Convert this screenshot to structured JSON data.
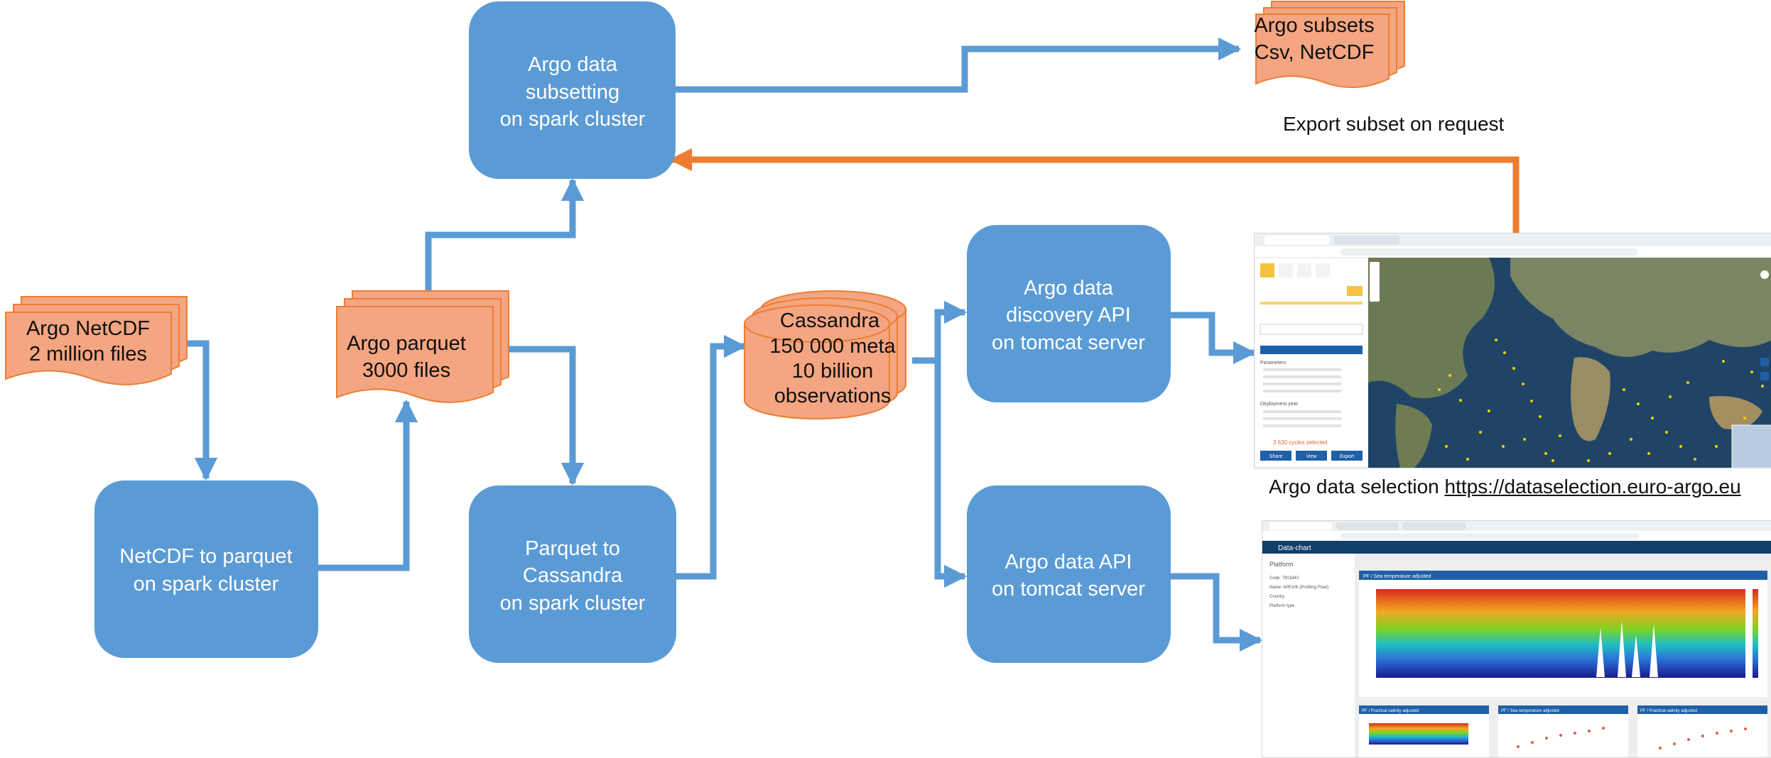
{
  "nodes": {
    "netcdf_files": {
      "line1": "Argo NetCDF",
      "line2": "2 million files"
    },
    "netcdf_to_parquet": {
      "line1": "NetCDF to parquet",
      "line2": "on spark cluster"
    },
    "parquet_files": {
      "line1": "Argo parquet",
      "line2": "3000 files"
    },
    "subsetting": {
      "line1": "Argo data",
      "line2": "subsetting",
      "line3": "on spark cluster"
    },
    "parquet_to_cassandra": {
      "line1": "Parquet to",
      "line2": "Cassandra",
      "line3": "on spark cluster"
    },
    "cassandra": {
      "line1": "Cassandra",
      "line2": "150 000 meta",
      "line3": "10 billion",
      "line4": "observations"
    },
    "discovery_api": {
      "line1": "Argo data",
      "line2": "discovery API",
      "line3": "on tomcat server"
    },
    "data_api": {
      "line1": "Argo data API",
      "line2": "on tomcat server"
    },
    "subsets": {
      "line1": "Argo subsets",
      "line2": "Csv, NetCDF"
    }
  },
  "captions": {
    "export": "Export subset on request",
    "selection_label": "Argo data selection ",
    "selection_url": "https://dataselection.euro-argo.eu"
  },
  "screenshot_map": {
    "panel_parameters": "Parameters",
    "panel_deployment": "Deployment year",
    "cycles_selected": "3 630 cycles selected",
    "buttons": [
      "Share",
      "View",
      "Export"
    ]
  },
  "screenshot_chart": {
    "title": "Data-chart",
    "sidebar_heading": "Platform",
    "fields": [
      "Code: 7901843",
      "Name: APEX/K (Profiling Float)",
      "Country",
      "Platform type"
    ],
    "main_panel_title": "PF / Sea temperature adjusted",
    "small_panel_titles": [
      "PF / Practical salinity adjusted",
      "PF / Sea temperature adjusted",
      "PF / Practical salinity adjusted"
    ]
  },
  "colors": {
    "process_box": "#5b9bd5",
    "document": "#f4a582",
    "document_border": "#ed7d31",
    "arrow_blue": "#5b9bd5",
    "arrow_orange": "#ed7d31"
  }
}
